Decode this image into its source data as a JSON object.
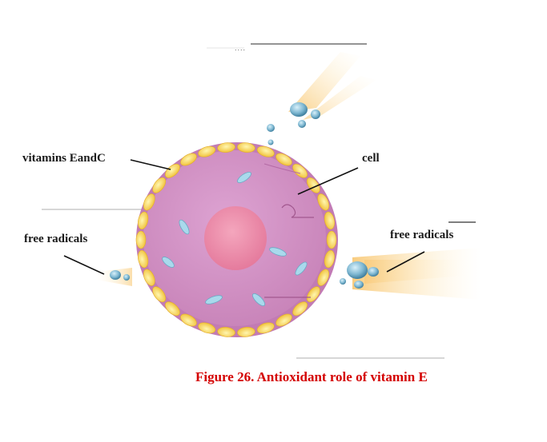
{
  "labels": {
    "vitamins": "vitamins EandC",
    "cell": "cell",
    "free_radicals_left": "free radicals",
    "free_radicals_right": "free radicals",
    "dots": "...."
  },
  "caption": {
    "text": "Figure 26. Antioxidant role of vitamin E",
    "color": "#d40000"
  },
  "colors": {
    "cell_fill": "#d28fc4",
    "membrane": "#c27bb4",
    "nucleus": "#e889a8",
    "vitamin": "#f7d24a",
    "organelle": "#9fd3e8",
    "radical": "#6aa8c4",
    "glow": "#f8d890"
  }
}
